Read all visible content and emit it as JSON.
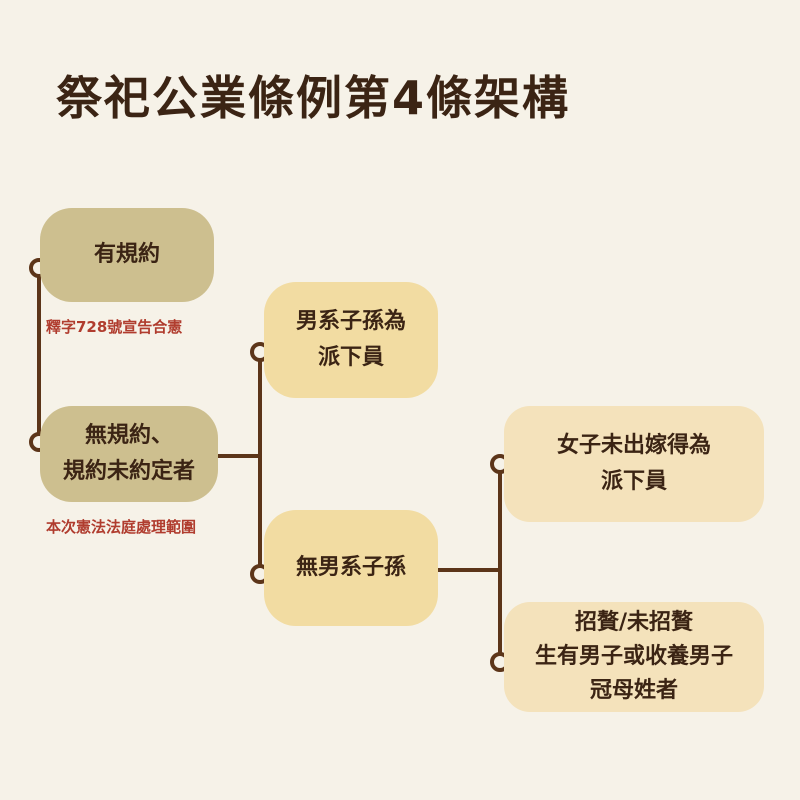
{
  "title": "祭祀公業條例第4條架構",
  "nodes": {
    "has_rules": "有規約",
    "no_rules_line1": "無規約、",
    "no_rules_line2": "規約未約定者",
    "male_line1": "男系子孫為",
    "male_line2": "派下員",
    "no_male": "無男系子孫",
    "daughter_line1": "女子未出嫁得為",
    "daughter_line2": "派下員",
    "adopted_line1": "招贅/未招贅",
    "adopted_line2": "生有男子或收養男子",
    "adopted_line3": "冠母姓者"
  },
  "notes": {
    "interpretation": "釋字728號宣告合憲",
    "scope": "本次憲法法庭處理範圍"
  },
  "colors": {
    "line": "#5c3519",
    "title": "#3b2414",
    "note": "#b03c2e",
    "node_dark": "#cdbf8f",
    "node_mid": "#f2dca2",
    "node_light": "#f4e2bb"
  }
}
